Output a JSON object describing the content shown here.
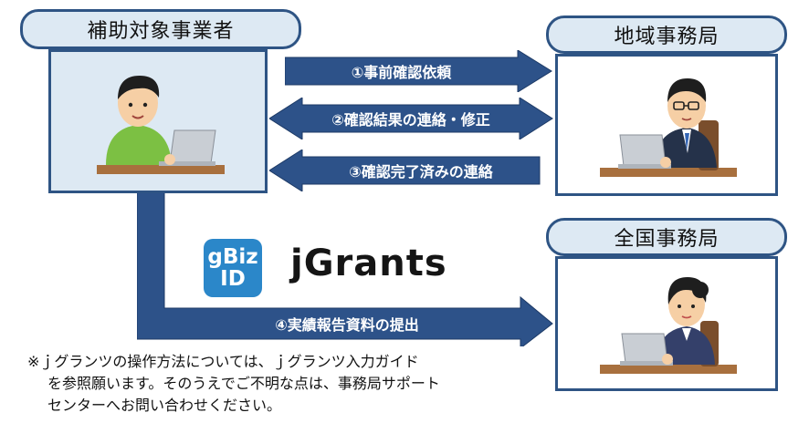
{
  "nodes": {
    "applicant": "補助対象事業者",
    "regional_office": "地域事務局",
    "national_office": "全国事務局"
  },
  "arrows": {
    "a1": "①事前確認依頼",
    "a2": "②確認結果の連絡・修正",
    "a3": "③確認完了済みの連絡",
    "a4": "④実績報告資料の提出"
  },
  "logos": {
    "gbiz_line1": "gBiz",
    "gbiz_line2": "ID",
    "jgrants": "jGrants"
  },
  "note": {
    "line1": "※ｊグランツの操作方法については、ｊグランツ入力ガイド",
    "line2": "を参照願います。そのうえでご不明な点は、事務局サポート",
    "line3": "センターへお問い合わせください。"
  },
  "colors": {
    "border": "#2e5484",
    "pill_fill": "#dde9f3",
    "arrow_fill": "#2d5289",
    "gbiz_blue": "#2b87c9"
  }
}
